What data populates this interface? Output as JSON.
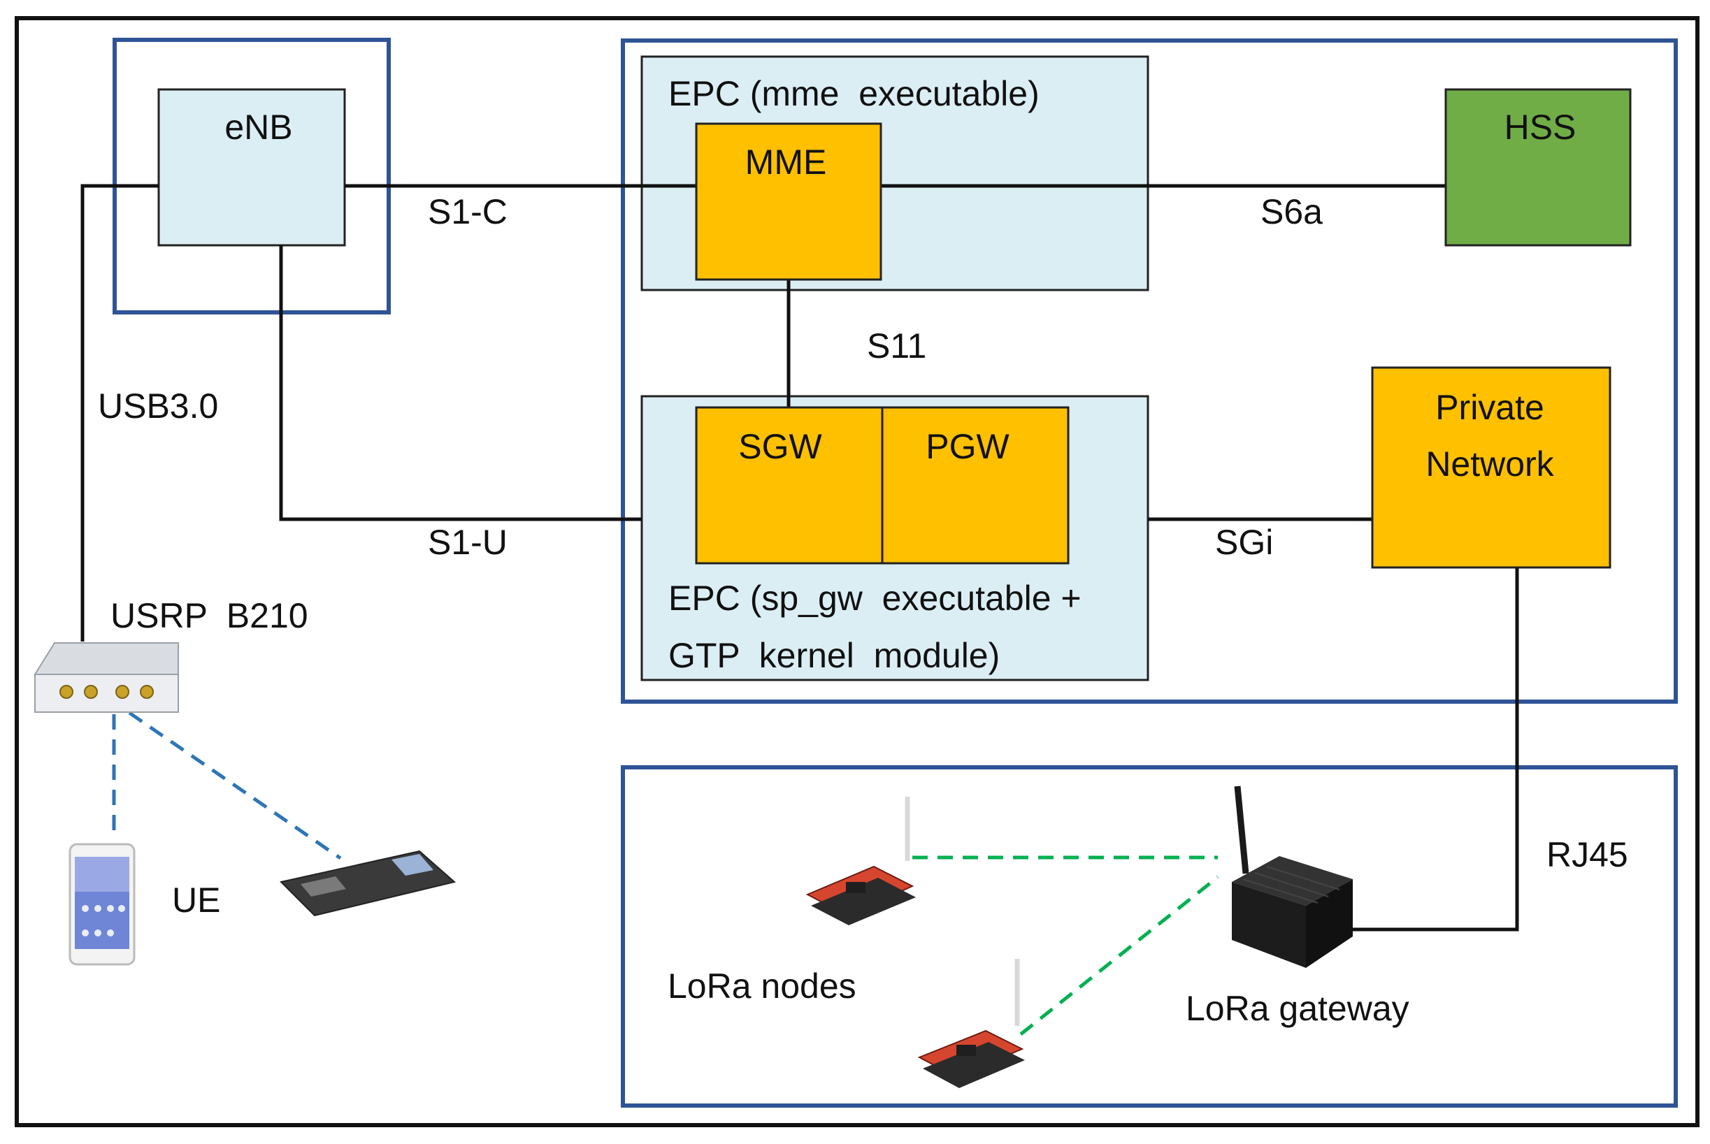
{
  "blocks": {
    "enb": "eNB",
    "epc_mme": "EPC (mme  executable)",
    "mme": "MME",
    "hss": "HSS",
    "sgw": "SGW",
    "pgw": "PGW",
    "epc_spgw_line1": "EPC (sp_gw  executable +",
    "epc_spgw_line2": "GTP  kernel  module)",
    "private_network_line1": "Private",
    "private_network_line2": "Network"
  },
  "interfaces": {
    "s1c": "S1-C",
    "s6a": "S6a",
    "s11": "S11",
    "s1u": "S1-U",
    "sgi": "SGi",
    "usb": "USB3.0",
    "rj45": "RJ45"
  },
  "devices": {
    "usrp": "USRP  B210",
    "ue": "UE",
    "lora_nodes": "LoRa nodes",
    "lora_gateway": "LoRa gateway"
  },
  "colors": {
    "light_box": "#dbeef4",
    "orange": "#ffc000",
    "green": "#70ad47",
    "frame_blue": "#2f5496",
    "link_dash_blue": "#2e75b6",
    "link_dash_green": "#00b050"
  }
}
